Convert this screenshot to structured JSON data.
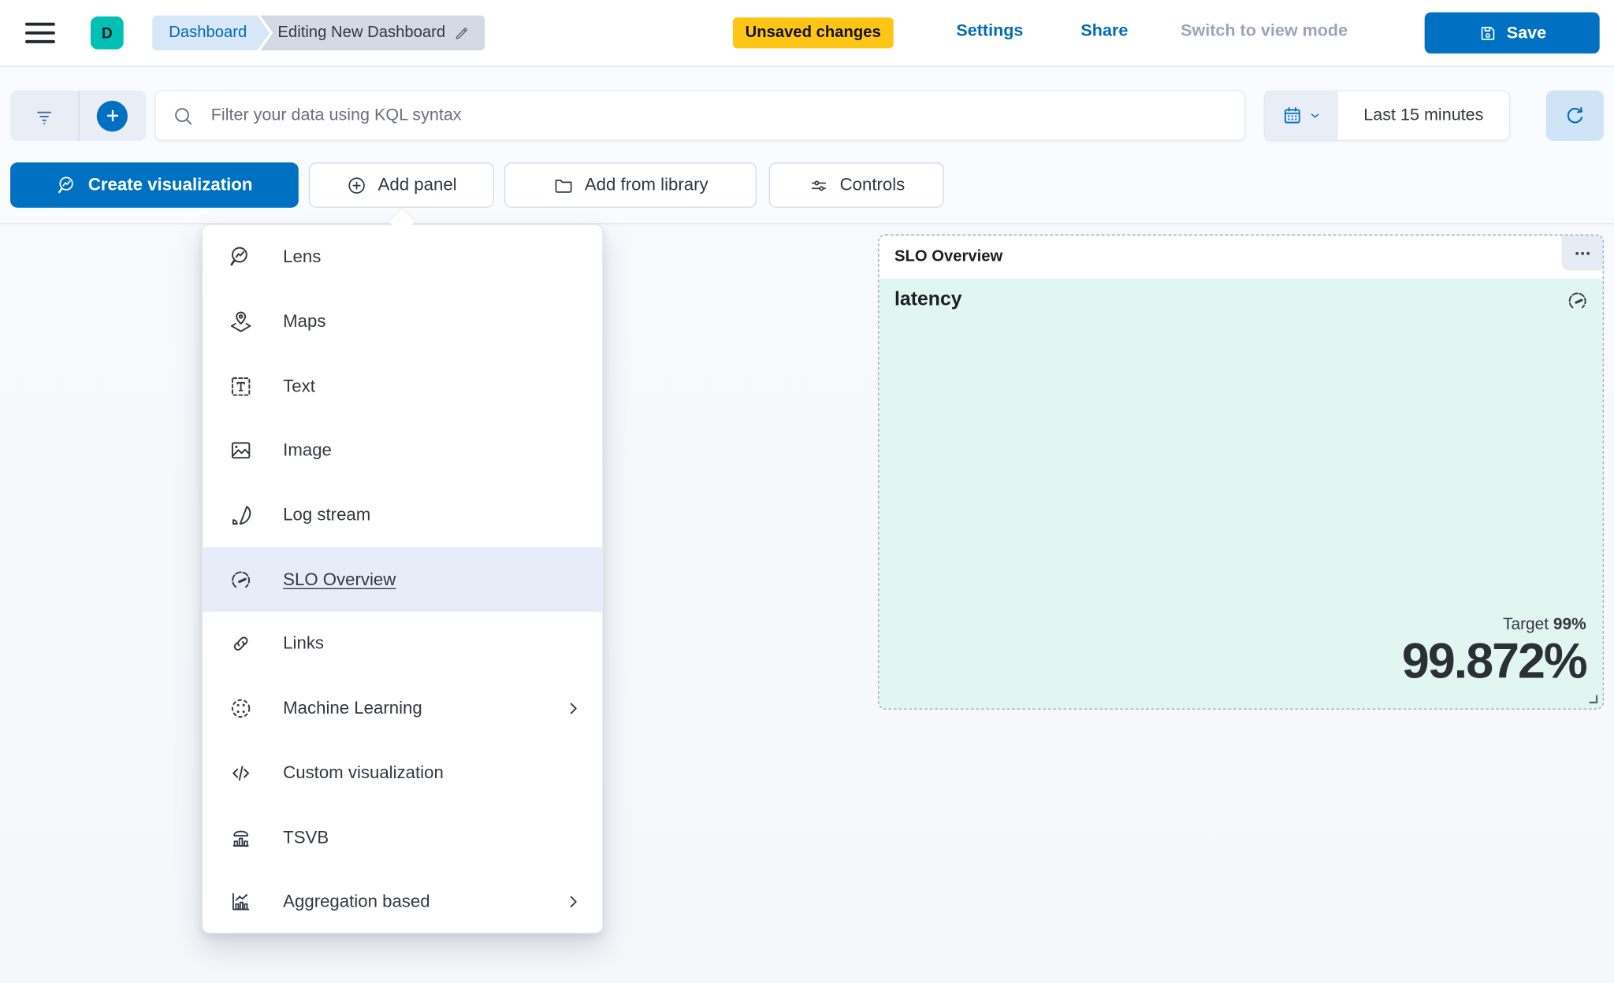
{
  "header": {
    "space_initial": "D",
    "breadcrumbs": [
      {
        "label": "Dashboard"
      },
      {
        "label": "Editing New Dashboard"
      }
    ],
    "unsaved_badge": "Unsaved changes",
    "links": {
      "settings": "Settings",
      "share": "Share"
    },
    "view_mode_label": "Switch to view mode",
    "save_label": "Save"
  },
  "filter_bar": {
    "search_placeholder": "Filter your data using KQL syntax",
    "time_range": "Last 15 minutes"
  },
  "toolbar": {
    "create_visualization": "Create visualization",
    "add_panel": "Add panel",
    "add_from_library": "Add from library",
    "controls": "Controls"
  },
  "add_panel_menu": {
    "items": [
      {
        "label": "Lens",
        "icon": "lens"
      },
      {
        "label": "Maps",
        "icon": "maps"
      },
      {
        "label": "Text",
        "icon": "text"
      },
      {
        "label": "Image",
        "icon": "image"
      },
      {
        "label": "Log stream",
        "icon": "log-stream"
      },
      {
        "label": "SLO Overview",
        "icon": "gauge",
        "selected": true
      },
      {
        "label": "Links",
        "icon": "link"
      },
      {
        "label": "Machine Learning",
        "icon": "machine-learning",
        "submenu": true
      },
      {
        "label": "Custom visualization",
        "icon": "code"
      },
      {
        "label": "TSVB",
        "icon": "tsvb"
      },
      {
        "label": "Aggregation based",
        "icon": "aggregation",
        "submenu": true
      }
    ]
  },
  "slo_panel": {
    "title": "SLO Overview",
    "metric_label": "latency",
    "target_label": "Target",
    "target_value": "99%",
    "value": "99.872%"
  },
  "colors": {
    "primary_blue": "#0071C2",
    "link_blue": "#006BB4",
    "badge_yellow": "#FEC514",
    "space_teal": "#00BFB3",
    "panel_mint": "#E2F6F1",
    "menu_highlight": "#E6ECF8",
    "text": "#343741"
  }
}
